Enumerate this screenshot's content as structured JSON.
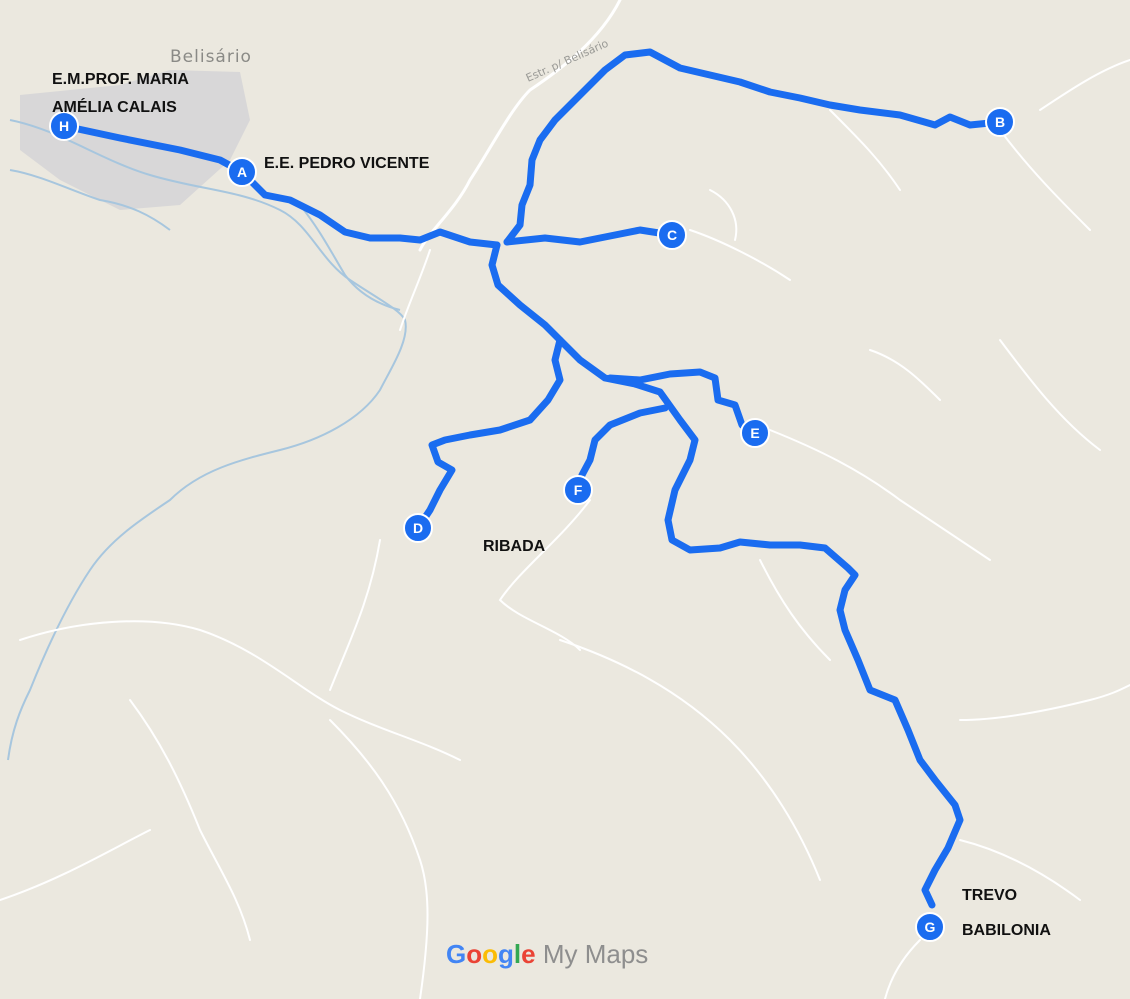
{
  "map": {
    "place_label": "Belisário",
    "road_label": "Estr. p/ Belisário",
    "annotations": {
      "h_line1": "E.M.PROF. MARIA",
      "h_line2": "AMÉLIA CALAIS",
      "a": "E.E. PEDRO VICENTE",
      "ribada": "RIBADA",
      "g_line1": "TREVO",
      "g_line2": "BABILONIA"
    },
    "markers": [
      {
        "id": "H",
        "letter": "H"
      },
      {
        "id": "A",
        "letter": "A"
      },
      {
        "id": "B",
        "letter": "B"
      },
      {
        "id": "C",
        "letter": "C"
      },
      {
        "id": "D",
        "letter": "D"
      },
      {
        "id": "E",
        "letter": "E"
      },
      {
        "id": "F",
        "letter": "F"
      },
      {
        "id": "G",
        "letter": "G"
      }
    ],
    "brand": {
      "google_letters": [
        "G",
        "o",
        "o",
        "g",
        "l",
        "e"
      ],
      "suffix": " My Maps"
    }
  },
  "colors": {
    "background": "#ebe8df",
    "route": "#1a6cf0",
    "road": "#ffffff",
    "river": "#a7c6de",
    "urban": "#d6d5d7",
    "marker": "#1a6cf0",
    "google_blue": "#4285f4",
    "google_red": "#ea4335",
    "google_yellow": "#fbbc05",
    "google_green": "#34a853"
  }
}
